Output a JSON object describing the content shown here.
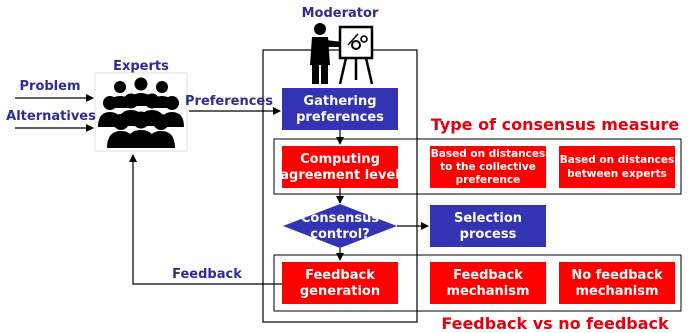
{
  "actors": {
    "moderator": "Moderator",
    "experts": "Experts"
  },
  "inputs": {
    "problem": "Problem",
    "alternatives": "Alternatives",
    "preferences": "Preferences",
    "feedback": "Feedback"
  },
  "steps": {
    "gathering": [
      "Gathering",
      "preferences"
    ],
    "computing": [
      "Computing",
      "agreement level"
    ],
    "control": [
      "Consensus",
      "control?"
    ],
    "selection": [
      "Selection",
      "process"
    ],
    "feedback_gen": [
      "Feedback",
      "generation"
    ]
  },
  "consensus_measure": {
    "title": "Type of consensus measure",
    "options": [
      [
        "Based on distances",
        "to the collective",
        "preference"
      ],
      [
        "Based on distances",
        "between experts"
      ]
    ]
  },
  "feedback_type": {
    "title": "Feedback vs no feedback",
    "options": [
      [
        "Feedback",
        "mechanism"
      ],
      [
        "No feedback",
        "mechanism"
      ]
    ]
  },
  "colors": {
    "red": "#ff0000",
    "blue": "#3333b3",
    "label_blue": "#2e2e8f",
    "title_red": "#e3000f",
    "icon": "#000000"
  },
  "icons": {
    "moderator": "presenter-with-easel-icon",
    "experts": "group-of-people-icon"
  }
}
